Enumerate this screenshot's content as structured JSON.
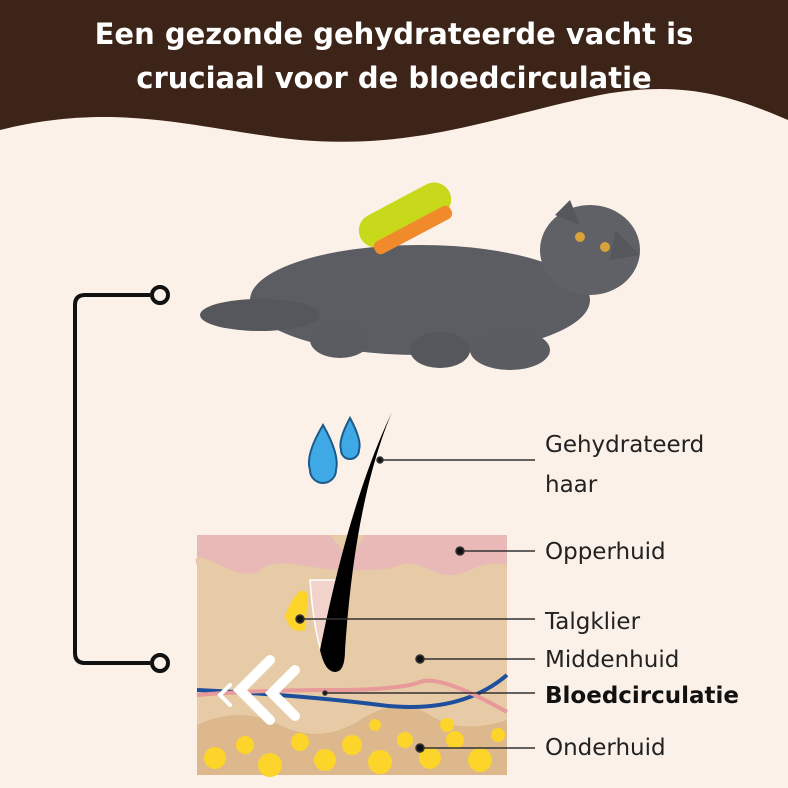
{
  "header": {
    "title_line1": "Een gezonde gehydrateerde vacht is",
    "title_line2": "cruciaal voor de bloedcirculatie"
  },
  "labels": {
    "hair_line1": "Gehydrateerd",
    "hair_line2": "haar",
    "epidermis": "Opperhuid",
    "sebaceous_gland": "Talgklier",
    "dermis": "Middenhuid",
    "blood_circulation": "Bloedcirculatie",
    "hypodermis": "Onderhuid"
  },
  "colors": {
    "header": "#3d2418",
    "background": "#fbf1e8",
    "epidermis": "#e8b9b6",
    "dermis": "#e6cba6",
    "fat": "#fcd42a",
    "vein": "#1d4f9c",
    "artery": "#e8999a"
  }
}
